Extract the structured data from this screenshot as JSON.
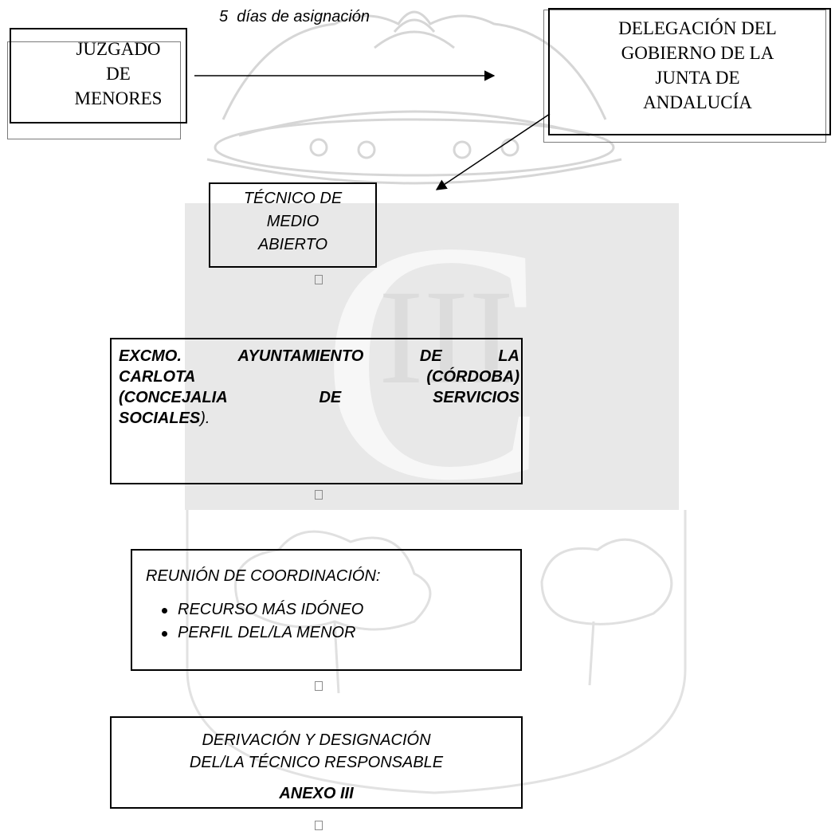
{
  "watermark": {
    "initial": "C",
    "roman": "III",
    "color": "#cfcfcf"
  },
  "edges": {
    "asignacion_label": "5  días de asignación"
  },
  "nodes": {
    "juzgado": {
      "text": "JUZGADO\nDE\nMENORES"
    },
    "delegacion": {
      "text": "DELEGACIÓN DEL\nGOBIERNO DE LA\nJUNTA DE\nANDALUCÍA"
    },
    "tecnico": {
      "text": "TÉCNICO DE\nMEDIO\nABIERTO"
    },
    "ayuntamiento": {
      "line1_words": [
        "EXCMO.",
        "AYUNTAMIENTO",
        "DE",
        "LA"
      ],
      "line2_words": [
        "CARLOTA",
        "(CÓRDOBA)"
      ],
      "line3_words": [
        "(CONCEJALIA",
        "DE",
        "SERVICIOS"
      ],
      "line4_bold": "SOCIALES",
      "line4_rest": ")."
    },
    "reunion": {
      "title": "REUNIÓN DE COORDINACIÓN:",
      "items": [
        "RECURSO MÁS IDÓNEO",
        "PERFIL DEL/LA MENOR"
      ]
    },
    "derivacion": {
      "line1": "DERIVACIÓN Y DESIGNACIÓN",
      "line2": "DEL/LA TÉCNICO RESPONSABLE",
      "anexo": "ANEXO III"
    }
  }
}
